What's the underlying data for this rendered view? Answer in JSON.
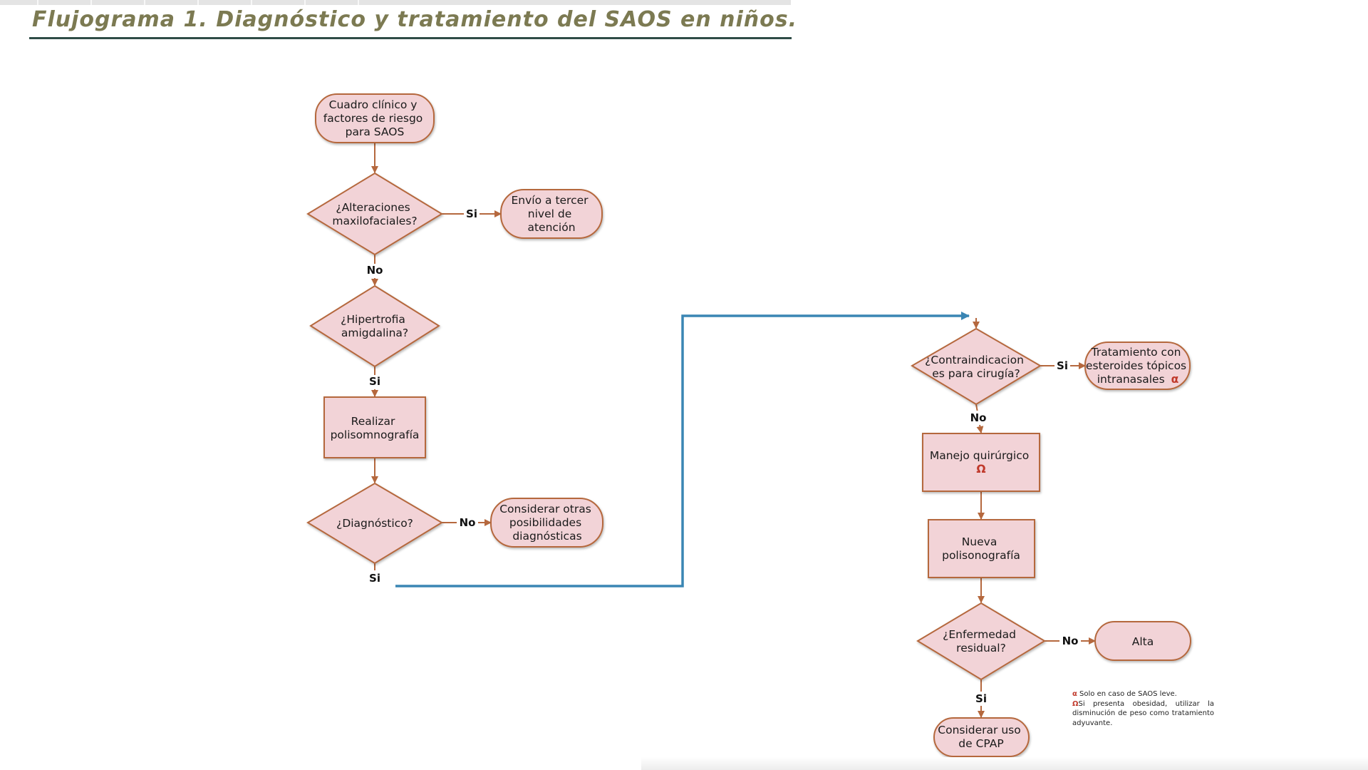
{
  "title": "Flujograma 1. Diagnóstico y tratamiento del SAOS en niños.",
  "colors": {
    "node_fill": "#f2d3d7",
    "node_stroke": "#b5683e",
    "arrow": "#b5683e",
    "connector": "#3a86b4",
    "title_text": "#7c7a52",
    "title_rule": "#2f4d47",
    "symbol_red": "#c0392b"
  },
  "nodes": {
    "start": [
      "Cuadro clínico y",
      "factores de riesgo",
      "para SAOS"
    ],
    "q_maxilo": [
      "¿Alteraciones",
      "maxilofaciales?"
    ],
    "referral": [
      "Envío a tercer",
      "nivel de",
      "atención"
    ],
    "q_hiper": [
      "¿Hipertrofia",
      "amigdalina?"
    ],
    "psg": [
      "Realizar",
      "polisomnografía"
    ],
    "q_diag": [
      "¿Diagnóstico?"
    ],
    "other_dx": [
      "Considerar otras",
      "posibilidades",
      "diagnósticas"
    ],
    "q_contra": [
      "¿Contraindicacion",
      "es para cirugía?"
    ],
    "steroids": [
      "Tratamiento con",
      "esteroides tópicos",
      "intranasales"
    ],
    "surgery": [
      "Manejo quirúrgico"
    ],
    "new_psg": [
      "Nueva",
      "polisonografía"
    ],
    "q_resid": [
      "¿Enfermedad",
      "residual?"
    ],
    "discharge": [
      "Alta"
    ],
    "cpap": [
      "Considerar uso",
      "de CPAP"
    ]
  },
  "symbols": {
    "alpha": "α",
    "omega": "Ω"
  },
  "edge_labels": {
    "maxilo_yes": "Si",
    "maxilo_no": "No",
    "hiper_yes": "Si",
    "diag_no": "No",
    "diag_yes": "Si",
    "contra_yes": "Si",
    "contra_no": "No",
    "resid_no": "No",
    "resid_yes": "Si"
  },
  "notes": {
    "alpha_text": " Solo en caso de SAOS leve.",
    "omega_text": "Si presenta obesidad, utilizar la disminución de peso como tratamiento adyuvante."
  }
}
